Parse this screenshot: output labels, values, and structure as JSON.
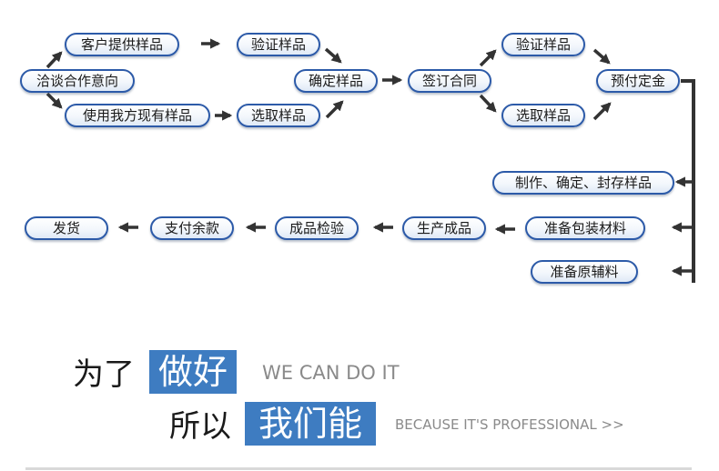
{
  "flow": {
    "negotiate": "洽谈合作意向",
    "client_samples": "客户提供样品",
    "our_samples": "使用我方现有样品",
    "verify_samples_1": "验证样品",
    "select_samples_1": "选取样品",
    "confirm_samples": "确定样品",
    "sign_contract": "签订合同",
    "verify_samples_2": "验证样品",
    "select_samples_2": "选取样品",
    "prepay_deposit": "预付定金",
    "make_seal_samples": "制作、确定、封存样品",
    "prepare_packaging": "准备包装材料",
    "prepare_raw_materials": "准备原辅料",
    "produce_goods": "生产成品",
    "inspect_goods": "成品检验",
    "pay_balance": "支付余款",
    "ship": "发货"
  },
  "slogan": {
    "line1_prefix": "为了",
    "line1_highlight": "做好",
    "line1_english": "WE CAN DO IT",
    "line2_prefix": "所以",
    "line2_highlight": "我们能",
    "line2_english": "BECAUSE  IT'S  PROFESSIONAL >>"
  },
  "colors": {
    "node_border": "#2c5aa8",
    "arrow": "#333333",
    "highlight_bg": "#3e7cc1",
    "english_text": "#8a8a8a"
  }
}
